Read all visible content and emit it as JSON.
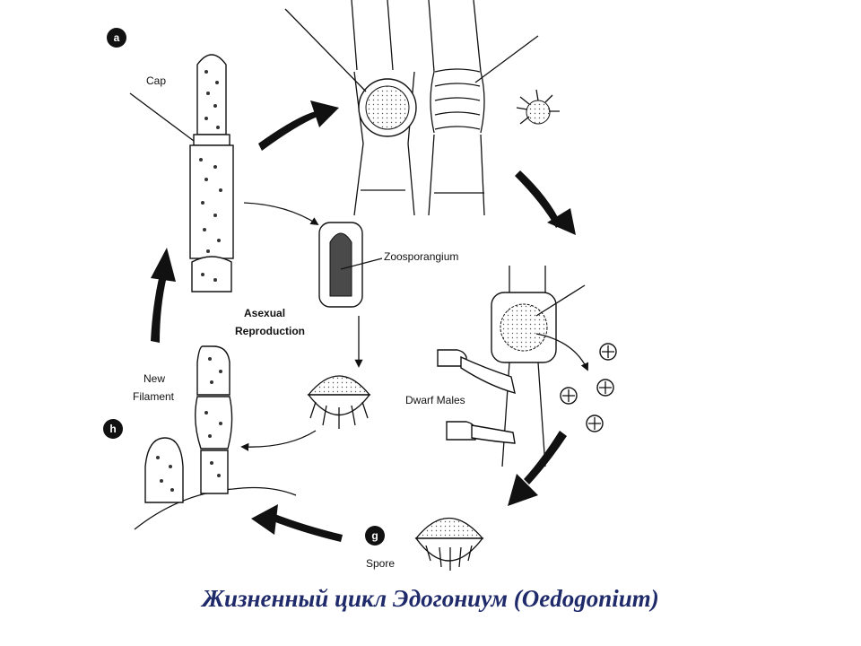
{
  "diagram": {
    "badges": {
      "a": "a",
      "h": "h",
      "g": "g"
    },
    "labels": {
      "cap": "Cap",
      "zoosporangium": "Zoosporangium",
      "asexual_1": "Asexual",
      "asexual_2": "Reproduction",
      "new_1": "New",
      "new_2": "Filament",
      "dwarf_males": "Dwarf Males",
      "spore": "Spore"
    }
  },
  "caption": "Жизненный цикл Эдогониум (Oedogonium)"
}
